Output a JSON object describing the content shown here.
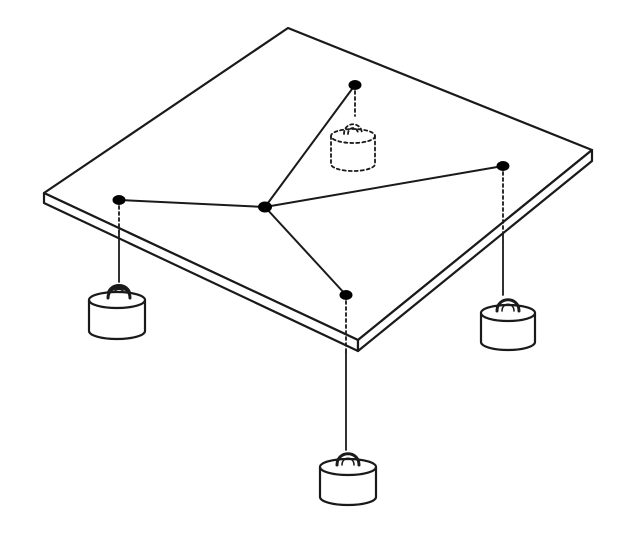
{
  "colors": {
    "stroke": "#1a1a1a",
    "fill": "#ffffff",
    "hole": "#000000"
  },
  "diagram": {
    "description_visible_text": "",
    "holes": 5,
    "hanging_weights": 3,
    "hidden_weights_dashed": 1
  }
}
